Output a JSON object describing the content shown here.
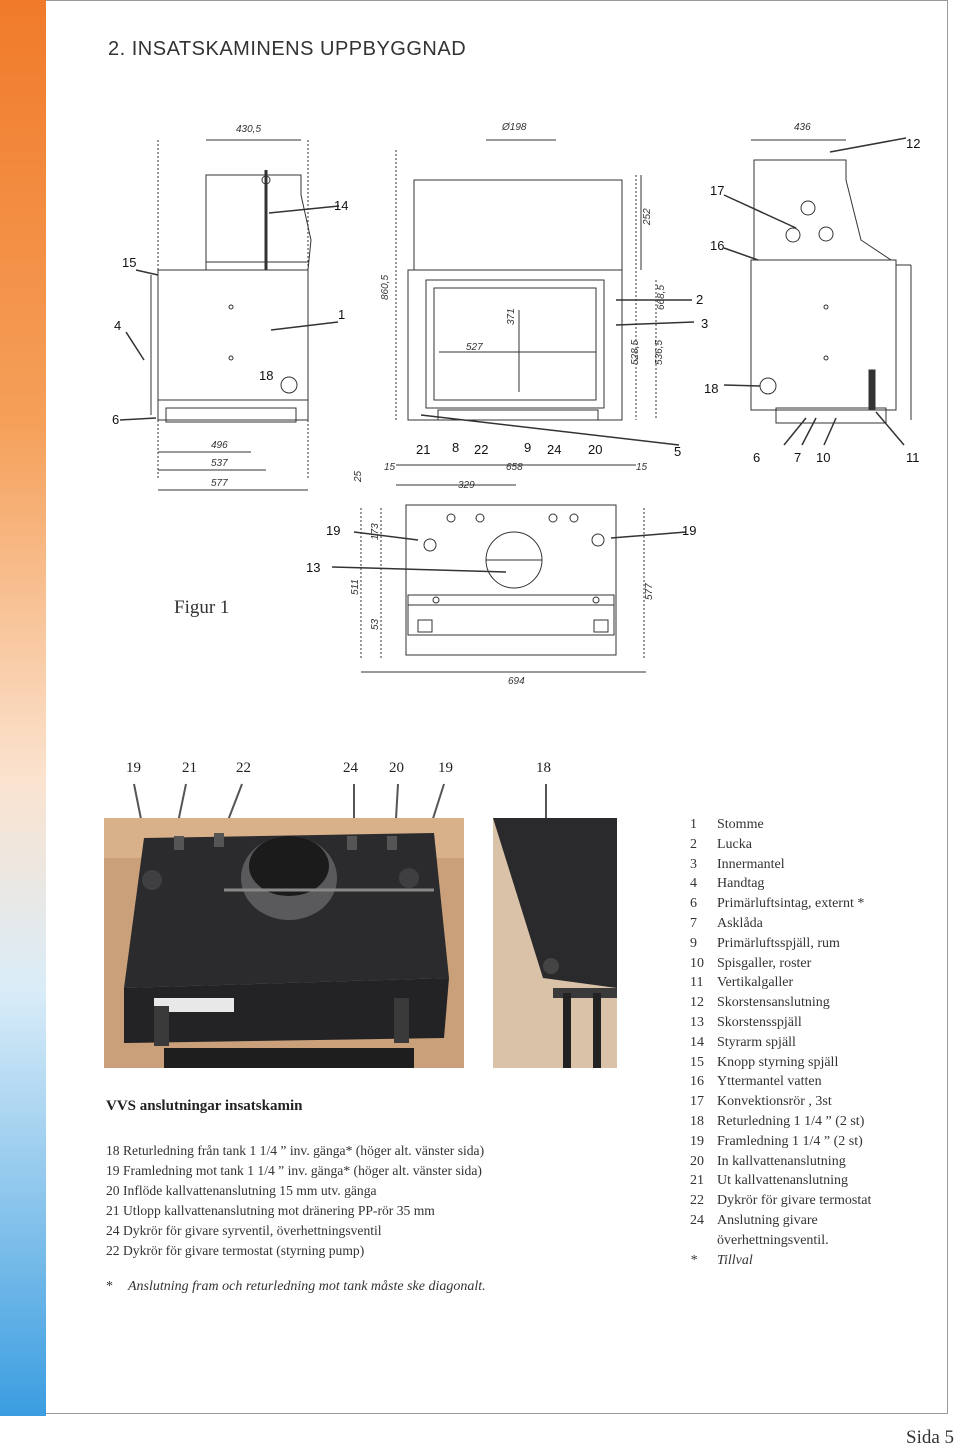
{
  "heading": "2. INSATSKAMINENS UPPBYGGNAD",
  "figure_label": "Figur 1",
  "callouts": {
    "left_view": [
      "14",
      "15",
      "1",
      "4",
      "18",
      "6"
    ],
    "front_view": [
      "21",
      "8",
      "22",
      "9",
      "24",
      "20",
      "5"
    ],
    "right_view": [
      "12",
      "17",
      "16",
      "2",
      "3",
      "18",
      "6",
      "7",
      "10",
      "11"
    ],
    "top_view": [
      "19",
      "19",
      "13"
    ]
  },
  "dimensions": {
    "left_view": [
      "430,5",
      "496",
      "537",
      "577"
    ],
    "front_view": [
      "Ø198",
      "860,5",
      "252",
      "668,5",
      "371",
      "527",
      "528,5",
      "536,5",
      "658",
      "329",
      "15",
      "15",
      "25"
    ],
    "right_view": [
      "436"
    ],
    "top_view": [
      "173",
      "511",
      "53",
      "577",
      "694"
    ]
  },
  "photo_labels": [
    "19",
    "21",
    "22",
    "24",
    "20",
    "19",
    "18"
  ],
  "vvs": {
    "title": "VVS anslutningar insatskamin",
    "items": [
      "18 Returledning från tank 1 1/4 ” inv. gänga* (höger alt. vänster sida)",
      "19 Framledning mot tank 1 1/4 ” inv. gänga* (höger alt. vänster sida)",
      "20 Inflöde kallvattenanslutning 15 mm utv. gänga",
      "21 Utlopp kallvattenanslutning mot dränering PP-rör 35 mm",
      "24 Dykrör för givare syrventil, överhettningsventil",
      "22 Dykrör för givare termostat (styrning pump)"
    ]
  },
  "footnote": {
    "star": "*",
    "text": "Anslutning fram och returledning mot tank måste ske  diagonalt."
  },
  "legend": [
    {
      "n": "1",
      "t": "Stomme"
    },
    {
      "n": "2",
      "t": "Lucka"
    },
    {
      "n": "3",
      "t": "Innermantel"
    },
    {
      "n": "4",
      "t": "Handtag"
    },
    {
      "n": "6",
      "t": "Primärluftsintag, externt *"
    },
    {
      "n": "7",
      "t": "Asklåda"
    },
    {
      "n": "9",
      "t": "Primärluftsspjäll, rum"
    },
    {
      "n": "10",
      "t": "Spisgaller, roster"
    },
    {
      "n": "11",
      "t": "Vertikalgaller"
    },
    {
      "n": "12",
      "t": "Skorstensanslutning"
    },
    {
      "n": "13",
      "t": "Skorstensspjäll"
    },
    {
      "n": "14",
      "t": "Styrarm spjäll"
    },
    {
      "n": "15",
      "t": "Knopp styrning spjäll"
    },
    {
      "n": "16",
      "t": "Yttermantel vatten"
    },
    {
      "n": "17",
      "t": "Konvektionsrör , 3st"
    },
    {
      "n": "18",
      "t": "Returledning 1 1/4 ” (2 st)"
    },
    {
      "n": "19",
      "t": "Framledning 1 1/4 ” (2 st)"
    },
    {
      "n": "20",
      "t": "In kallvattenanslutning"
    },
    {
      "n": "21",
      "t": "Ut kallvattenanslutning"
    },
    {
      "n": "22",
      "t": "Dykrör för givare termostat"
    },
    {
      "n": "24",
      "t": "Anslutning givare överhettningsventil."
    },
    {
      "n": "*",
      "t": "Tillval"
    }
  ],
  "page_number": "Sida 5"
}
